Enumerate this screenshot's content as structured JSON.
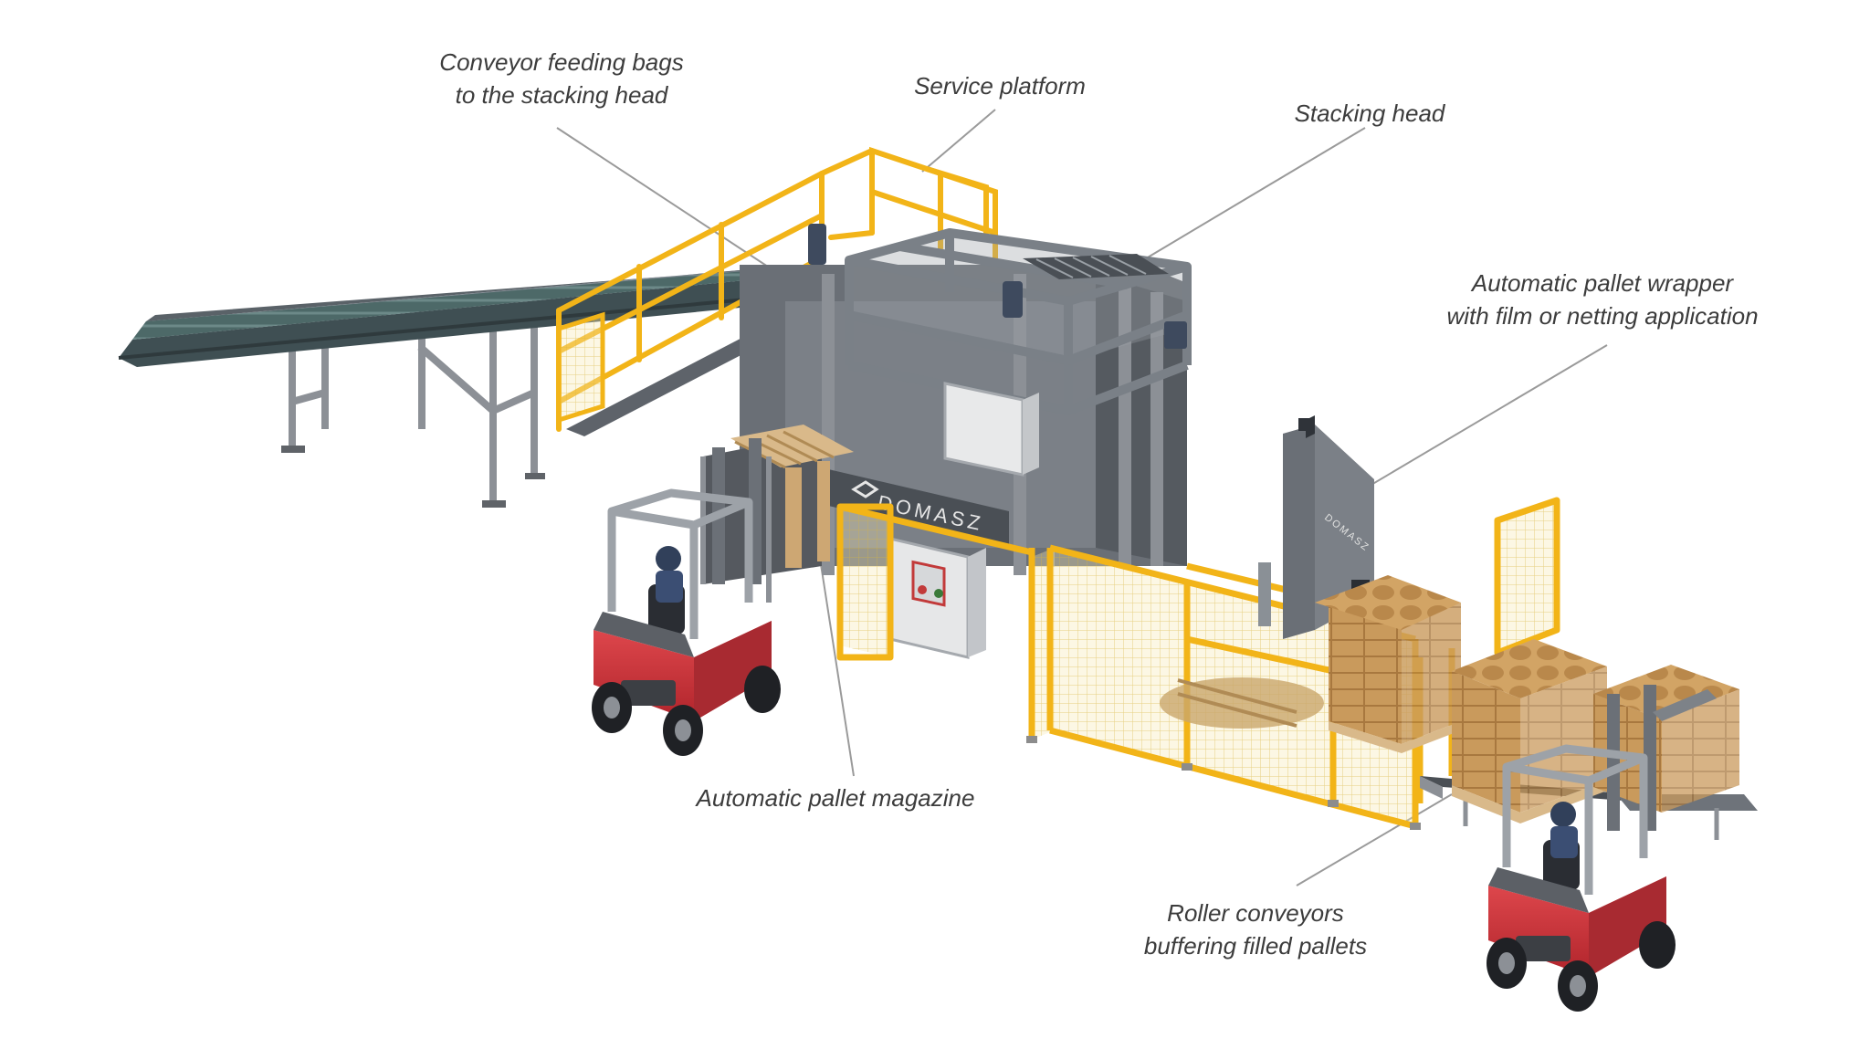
{
  "brand": {
    "logo_text": "DOMASZ",
    "colors": {
      "safety_yellow": "#f2b418",
      "frame_grey": "#8c9096",
      "dark_frame": "#50555b",
      "belt": "#4f6b6a",
      "forklift_red": "#d8323a",
      "cardboard": "#c99a5c",
      "pallet_wood": "#d9b98a",
      "callout_line": "#9a9a9a",
      "label_text": "#3c3c3c"
    }
  },
  "callouts": [
    {
      "id": "conveyor",
      "lines": [
        "Conveyor feeding bags",
        "to the stacking head"
      ]
    },
    {
      "id": "platform",
      "lines": [
        "Service platform"
      ]
    },
    {
      "id": "head",
      "lines": [
        "Stacking head"
      ]
    },
    {
      "id": "wrapper",
      "lines": [
        "Automatic pallet wrapper",
        "with film or netting application"
      ]
    },
    {
      "id": "magazine",
      "lines": [
        "Automatic pallet magazine"
      ]
    },
    {
      "id": "rollers",
      "lines": [
        "Roller conveyors",
        "buffering filled pallets"
      ]
    }
  ],
  "icons": [
    "forklift-icon",
    "conveyor-icon",
    "control-cabinet-icon",
    "pallet-icon"
  ]
}
